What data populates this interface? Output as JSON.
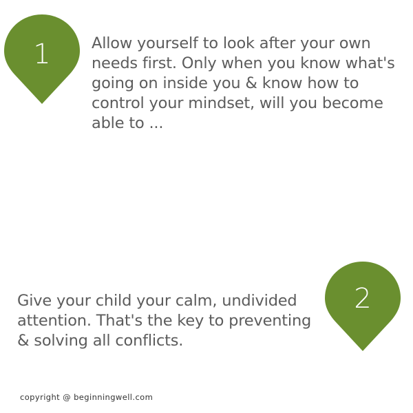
{
  "colors": {
    "accent": "#6a8f2f",
    "text": "#5c5c5c",
    "number_text": "#ffffff",
    "background": "#ffffff"
  },
  "tips": [
    {
      "number": "1",
      "icon": "map-pin-marker-icon",
      "text": "Allow yourself to look after your own needs first. Only when you know what's going on inside you & know how to control your mindset, will you become able to ..."
    },
    {
      "number": "2",
      "icon": "map-pin-marker-icon",
      "text": "Give your child your calm, undivided attention. That's the key to preventing & solving all conflicts."
    }
  ],
  "footer": {
    "copyright": "copyright @ beginningwell.com"
  }
}
